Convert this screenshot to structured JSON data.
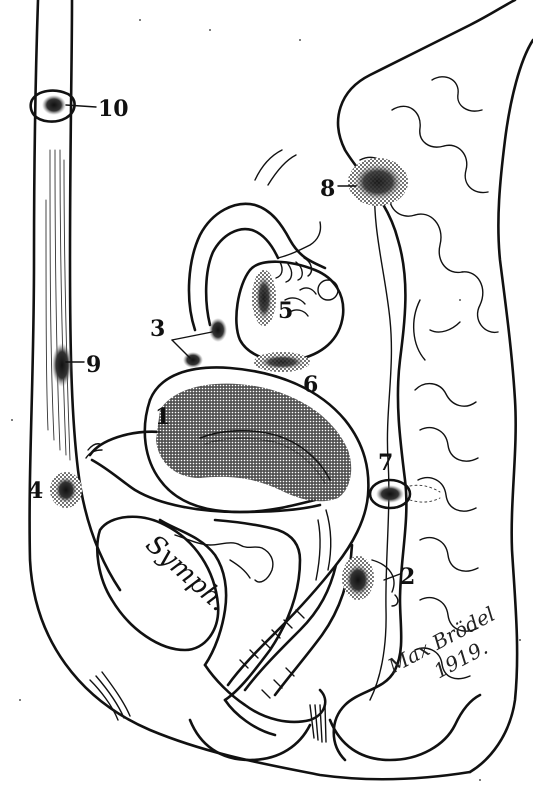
{
  "labels": {
    "l1": "1",
    "l2": "2",
    "l3": "3",
    "l4": "4",
    "l5": "5",
    "l6": "6",
    "l7": "7",
    "l8": "8",
    "l9": "9",
    "l10": "10"
  },
  "symphysis_label": "Symph.",
  "signature": {
    "name": "Max Brödel",
    "year": "1919."
  },
  "colors": {
    "ink": "#111111",
    "paper": "#ffffff"
  }
}
